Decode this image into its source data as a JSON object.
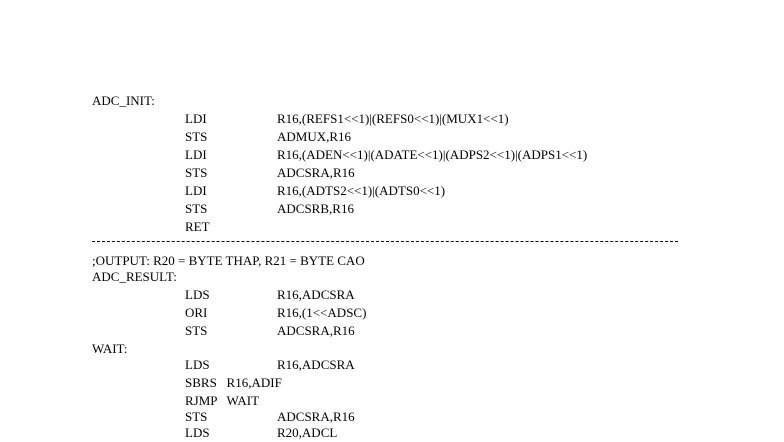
{
  "blocks": {
    "adc_init": {
      "label": "ADC_INIT:",
      "instructions": [
        {
          "mnemonic": "LDI",
          "operand": "R16,(REFS1<<1)|(REFS0<<1)|(MUX1<<1)"
        },
        {
          "mnemonic": "STS",
          "operand": "ADMUX,R16"
        },
        {
          "mnemonic": "LDI",
          "operand": "R16,(ADEN<<1)|(ADATE<<1)|(ADPS2<<1)|(ADPS1<<1)"
        },
        {
          "mnemonic": "STS",
          "operand": "ADCSRA,R16"
        },
        {
          "mnemonic": "LDI",
          "operand": "R16,(ADTS2<<1)|(ADTS0<<1)"
        },
        {
          "mnemonic": "STS",
          "operand": "ADCSRB,R16"
        },
        {
          "mnemonic": "RET",
          "operand": ""
        }
      ]
    },
    "output_comment": ";OUTPUT:  R20 = BYTE THAP, R21 = BYTE CAO",
    "adc_result": {
      "label": "ADC_RESULT:",
      "instructions": [
        {
          "mnemonic": "LDS",
          "operand": "R16,ADCSRA"
        },
        {
          "mnemonic": "ORI",
          "operand": "R16,(1<<ADSC)"
        },
        {
          "mnemonic": "STS",
          "operand": "ADCSRA,R16"
        }
      ]
    },
    "wait": {
      "label": "WAIT:",
      "instructions": [
        {
          "mnemonic": "LDS",
          "operand": "R16,ADCSRA"
        },
        {
          "inline": "SBRS   R16,ADIF"
        },
        {
          "inline": "RJMP   WAIT"
        },
        {
          "mnemonic": "STS",
          "operand": "ADCSRA,R16"
        },
        {
          "mnemonic": "LDS",
          "operand": "R20,ADCL"
        }
      ]
    }
  }
}
